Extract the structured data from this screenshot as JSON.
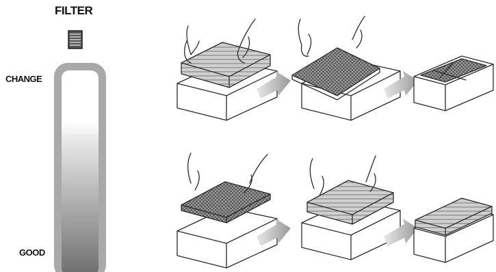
{
  "gauge": {
    "title": "FILTER",
    "top_label": "CHANGE",
    "bottom_label": "GOOD",
    "colors": {
      "outer": "#a9a9a9",
      "top": "#ffffff",
      "bottom": "#6e6e6e"
    }
  },
  "instructions": {
    "row1": [
      "hands-lift-filter-from-box",
      "arrow",
      "hands-tilt-filter-out",
      "arrow",
      "empty-box-with-mesh-base"
    ],
    "row2": [
      "hands-place-filter-into-box",
      "arrow",
      "hands-press-filter-down",
      "arrow",
      "box-with-filter-installed"
    ]
  }
}
